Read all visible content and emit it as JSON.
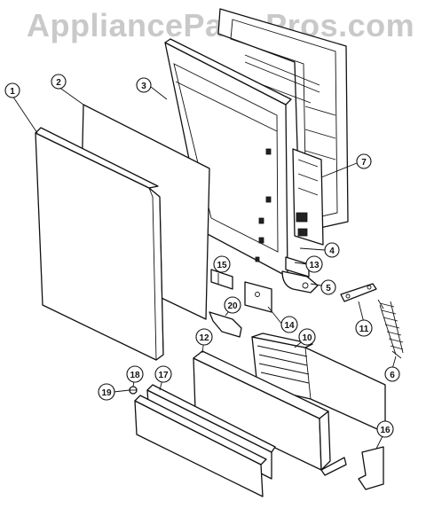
{
  "watermark": "AppliancePartsPros.com",
  "callouts": [
    "1",
    "2",
    "3",
    "4",
    "5",
    "6",
    "7",
    "10",
    "11",
    "12",
    "13",
    "14",
    "15",
    "16",
    "17",
    "18",
    "19",
    "20"
  ]
}
